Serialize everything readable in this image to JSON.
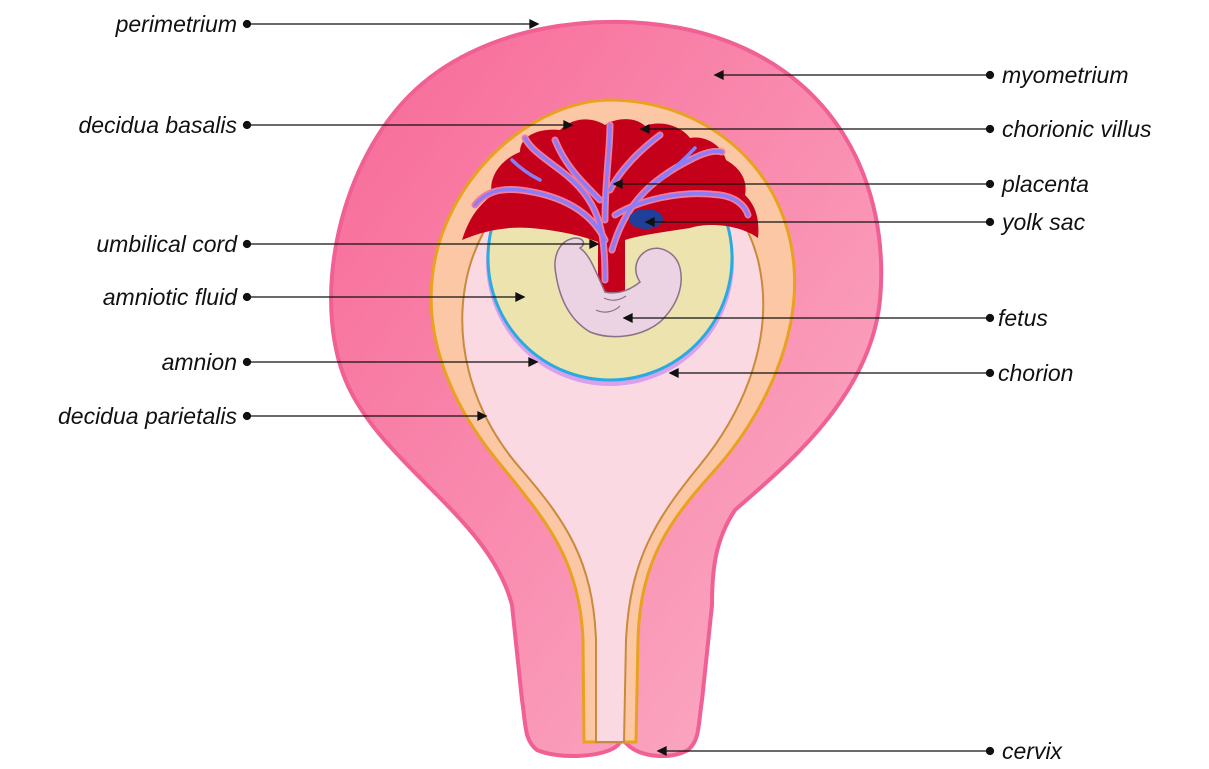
{
  "labels": {
    "perimetrium": "perimetrium",
    "decidua_basalis": "decidua basalis",
    "umbilical_cord": "umbilical cord",
    "amniotic_fluid": "amniotic fluid",
    "amnion": "amnion",
    "decidua_parietalis": "decidua parietalis",
    "myometrium": "myometrium",
    "chorionic_villus": "chorionic villus",
    "placenta": "placenta",
    "yolk_sac": "yolk sac",
    "fetus": "fetus",
    "chorion": "chorion",
    "cervix": "cervix"
  },
  "colors": {
    "myometrium": "#f77ba6",
    "perimetrium_edge": "#f06094",
    "decidua": "#fbc7a4",
    "decidua_edge": "#e8a21e",
    "cavity": "#fad9e3",
    "amniotic_fluid": "#ece3af",
    "amnion": "#29abe2",
    "chorion": "#d9a0ee",
    "placenta": "#c4001a",
    "vessels_blue": "#8c7cf6",
    "vessels_pink": "#f47ba0",
    "yolk_sac": "#1f3f99",
    "fetus": "#ebd3e4",
    "leader": "#111111"
  }
}
